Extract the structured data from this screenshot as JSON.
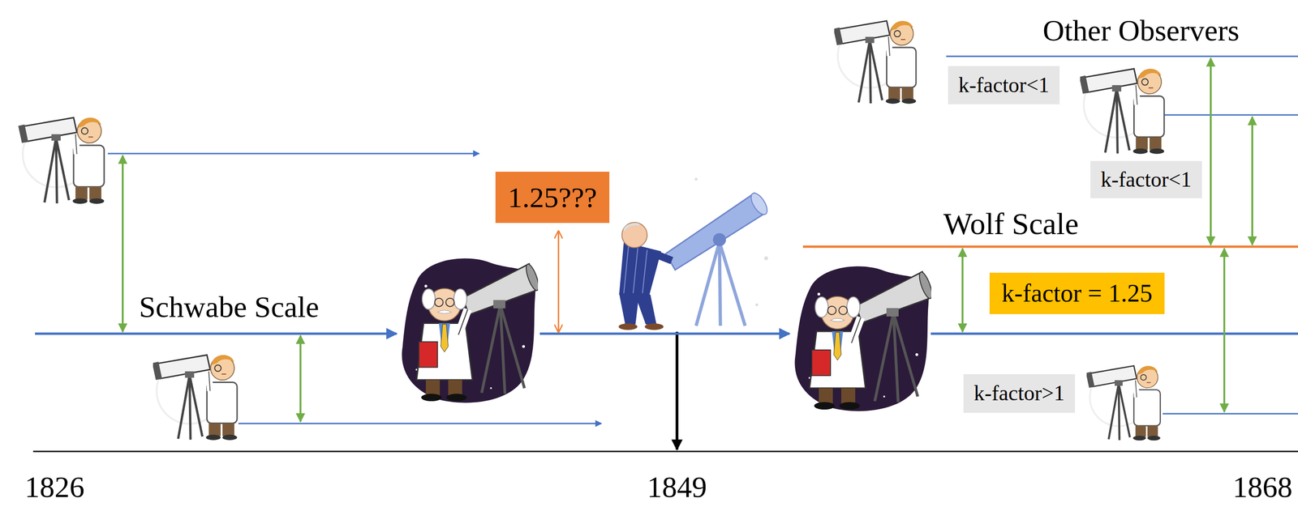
{
  "diagram": {
    "nodes": [
      {
        "text": [
          "k-factor<1"
        ]
      },
      {
        "text": [
          "k-factor<1"
        ]
      },
      {
        "text": [
          "1.25???"
        ]
      },
      {
        "text": [
          "k-factor = 1.25"
        ]
      },
      {
        "text": [
          "k-factor>1"
        ]
      }
    ],
    "labels": [
      "Other Observers",
      "Wolf Scale",
      "Schwabe Scale",
      "1826",
      "1849",
      "1868"
    ]
  }
}
